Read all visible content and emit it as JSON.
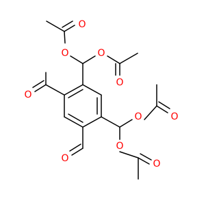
{
  "molecule": {
    "atoms": [
      {
        "label": "O",
        "color": "#ff0000"
      },
      {
        "label": "O",
        "color": "#ff0000"
      },
      {
        "label": "O",
        "color": "#ff0000"
      },
      {
        "label": "O",
        "color": "#ff0000"
      },
      {
        "label": "O",
        "color": "#ff0000"
      },
      {
        "label": "O",
        "color": "#ff0000"
      },
      {
        "label": "O",
        "color": "#ff0000"
      },
      {
        "label": "O",
        "color": "#ff0000"
      },
      {
        "label": "O",
        "color": "#ff0000"
      },
      {
        "label": "O",
        "color": "#ff0000"
      }
    ],
    "bond_color": "#000000"
  }
}
